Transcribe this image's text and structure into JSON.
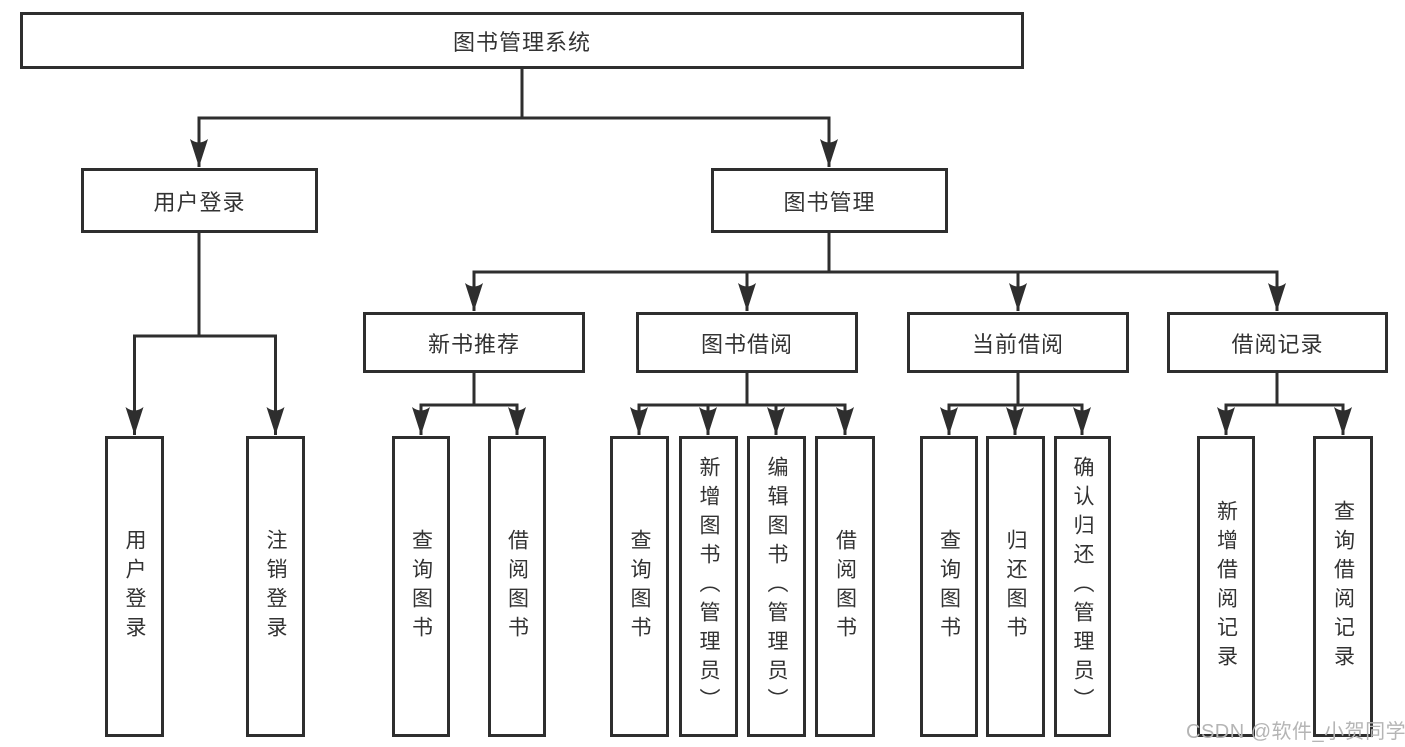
{
  "tree": {
    "root": {
      "label": "图书管理系统"
    },
    "level2": [
      {
        "id": "user-login",
        "label": "用户登录"
      },
      {
        "id": "book-management",
        "label": "图书管理"
      }
    ],
    "level3": [
      {
        "id": "new-book-recommend",
        "label": "新书推荐",
        "parent": "book-management"
      },
      {
        "id": "book-borrowing",
        "label": "图书借阅",
        "parent": "book-management"
      },
      {
        "id": "current-borrowing",
        "label": "当前借阅",
        "parent": "book-management"
      },
      {
        "id": "borrowing-records",
        "label": "借阅记录",
        "parent": "book-management"
      }
    ],
    "leaves": [
      {
        "label": "用户登录",
        "parent": "user-login"
      },
      {
        "label": "注销登录",
        "parent": "user-login"
      },
      {
        "label": "查询图书",
        "parent": "new-book-recommend"
      },
      {
        "label": "借阅图书",
        "parent": "new-book-recommend"
      },
      {
        "label": "查询图书",
        "parent": "book-borrowing"
      },
      {
        "label": "新增图书（管理员）",
        "parent": "book-borrowing"
      },
      {
        "label": "编辑图书（管理员）",
        "parent": "book-borrowing"
      },
      {
        "label": "借阅图书",
        "parent": "book-borrowing"
      },
      {
        "label": "查询图书",
        "parent": "current-borrowing"
      },
      {
        "label": "归还图书",
        "parent": "current-borrowing"
      },
      {
        "label": "确认归还（管理员）",
        "parent": "current-borrowing"
      },
      {
        "label": "新增借阅记录",
        "parent": "borrowing-records"
      },
      {
        "label": "查询借阅记录",
        "parent": "borrowing-records"
      }
    ]
  },
  "watermark": "CSDN @软件_小贺同学",
  "colors": {
    "line": "#2e2e2e",
    "text": "#333333",
    "background": "#ffffff",
    "watermark": "#b5b5b5"
  }
}
